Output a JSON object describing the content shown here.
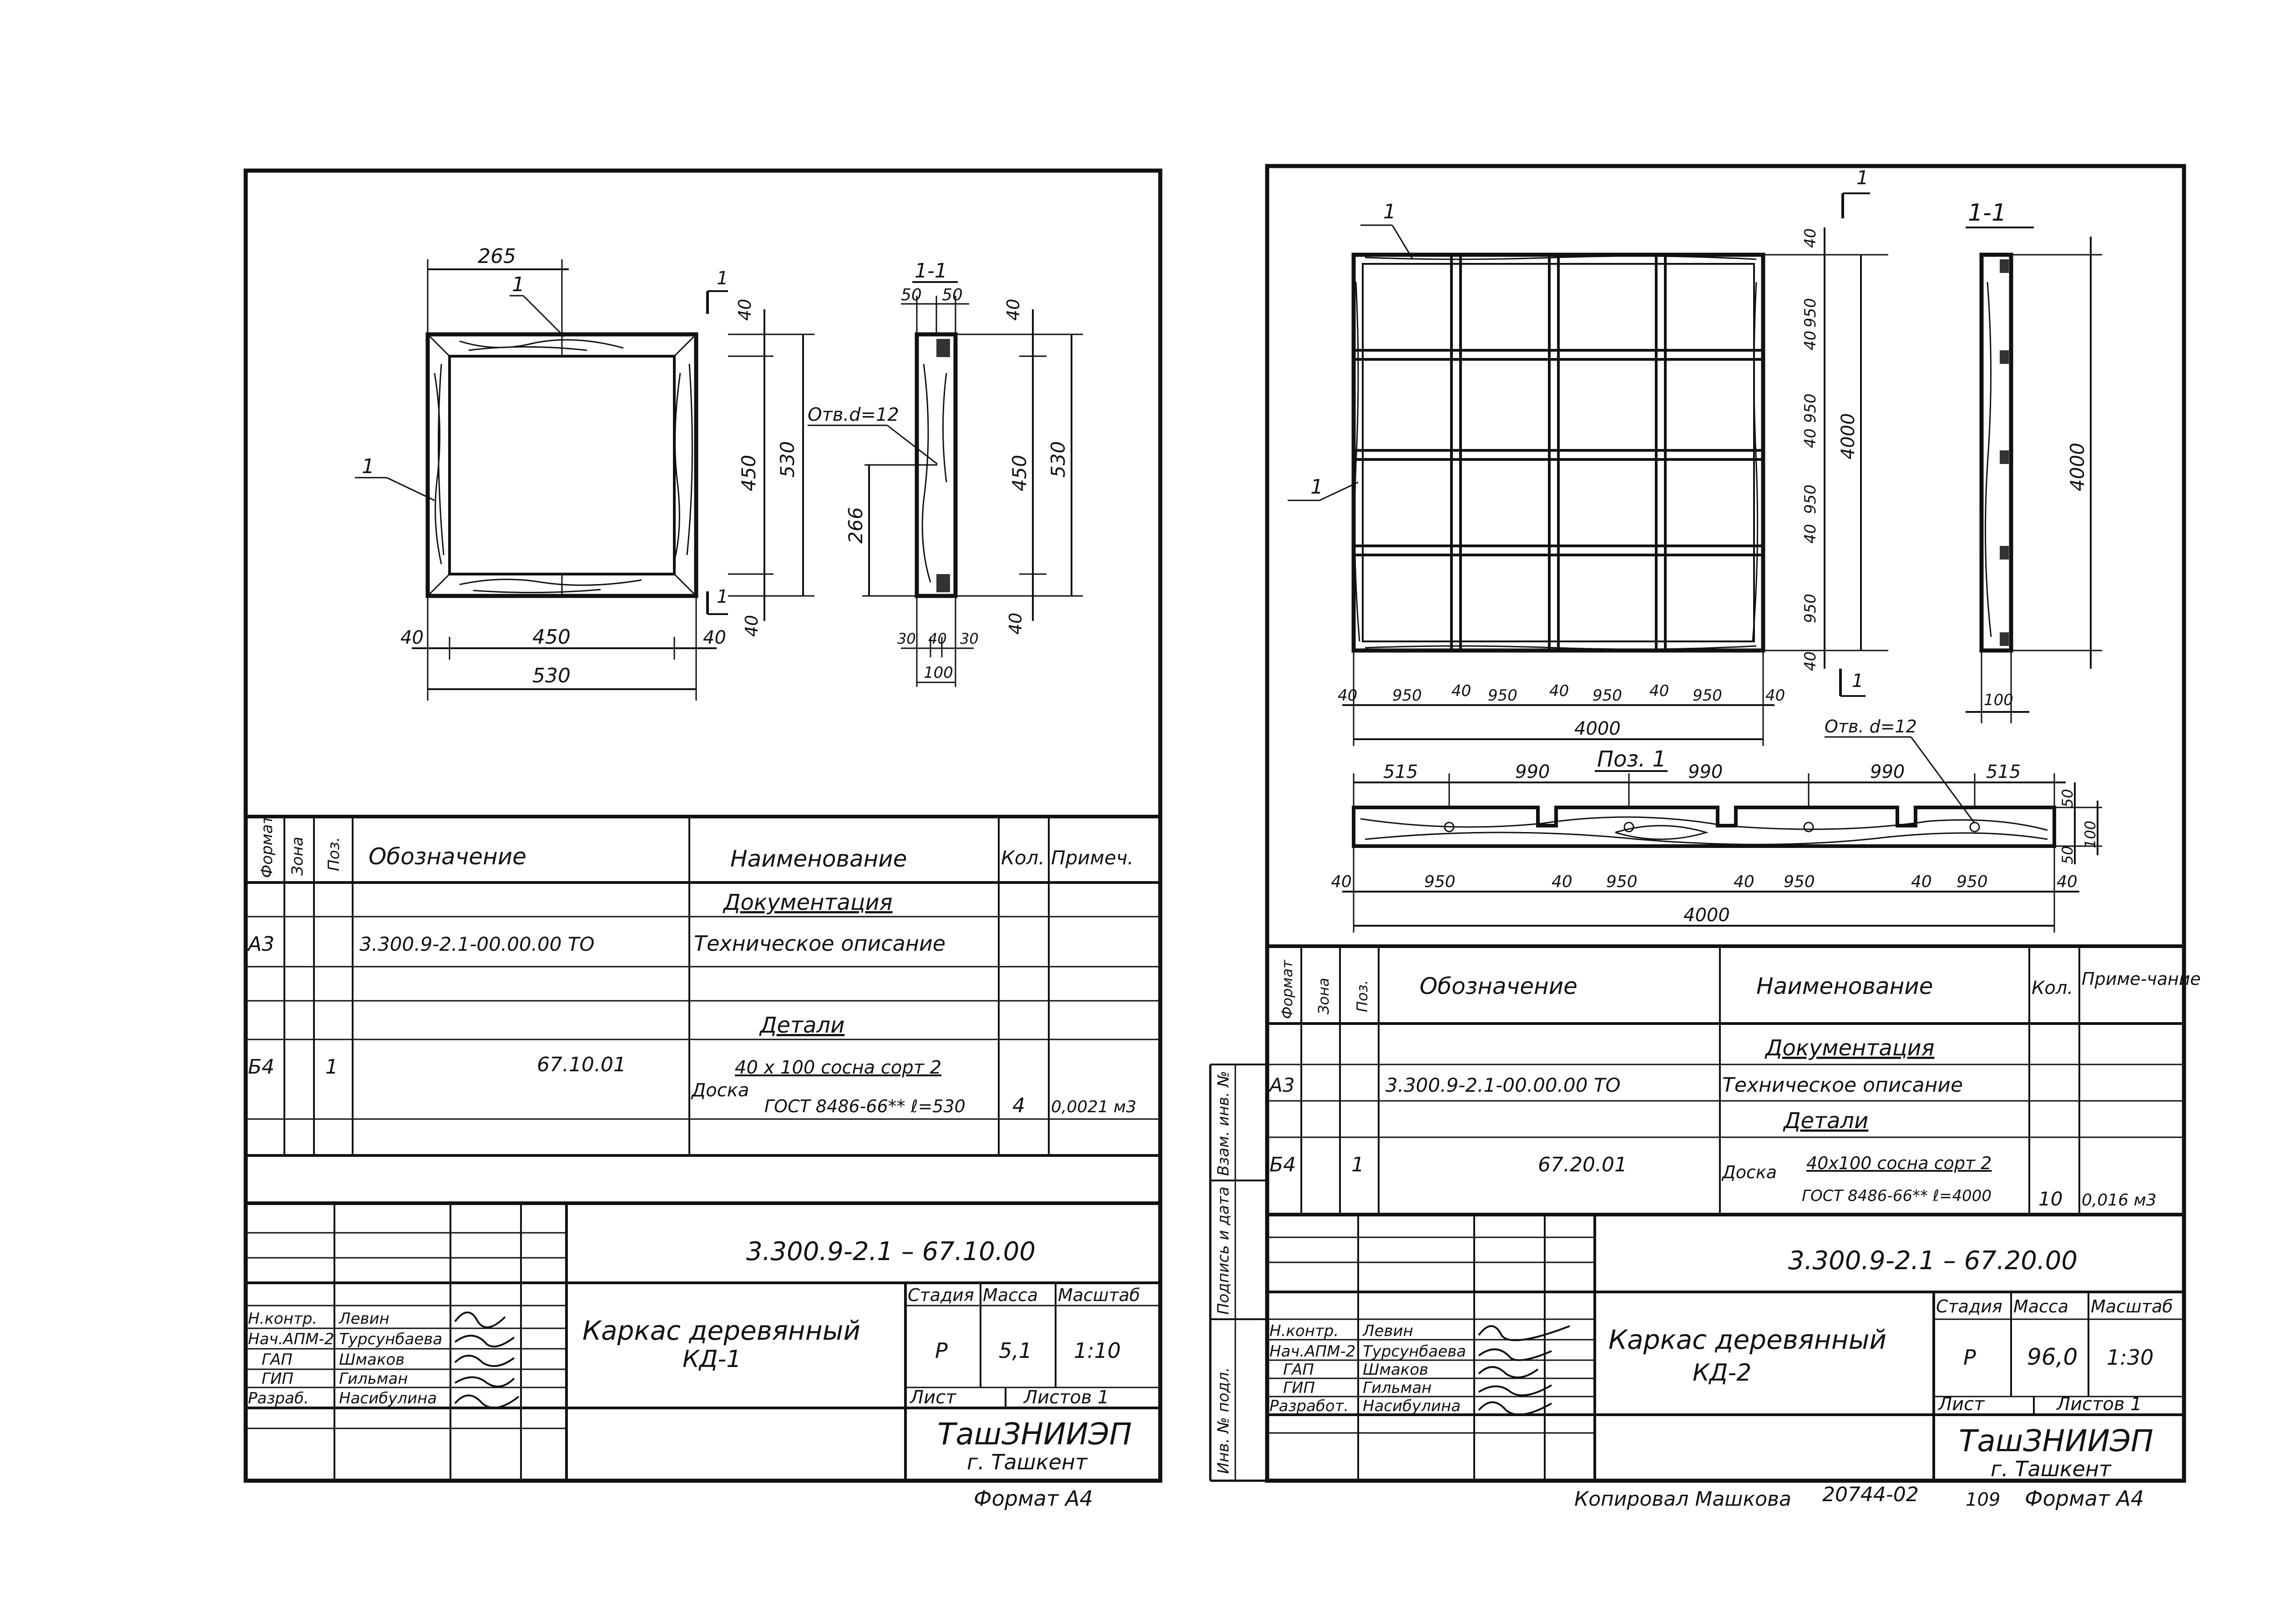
{
  "sheet1": {
    "dims": {
      "top": "265",
      "bottom_inner": "450",
      "bottom_total": "530",
      "left_edge": "40",
      "right_edge": "40",
      "right_inner": "450",
      "right_total": "530",
      "right_top": "40",
      "right_bottom": "40",
      "pos_left": "1",
      "pos_top": "1"
    },
    "section": {
      "title": "1-1",
      "top_left": "50",
      "top_right": "50",
      "hole": "Отв.d=12",
      "hole_height": "266",
      "right_inner": "450",
      "right_total": "530",
      "right_top": "40",
      "right_bottom": "40",
      "bot_a": "30",
      "bot_b": "40",
      "bot_c": "30",
      "bot_total": "100",
      "cut_top": "1",
      "cut_bottom": "1"
    },
    "spec": {
      "headers": {
        "format": "Формат",
        "zone": "Зона",
        "pos": "Поз.",
        "designation": "Обозначение",
        "name": "Наименование",
        "qty": "Кол.",
        "note": "Примеч."
      },
      "section_docs": "Документация",
      "row_doc": {
        "format": "А3",
        "designation": "3.300.9-2.1-00.00.00 ТО",
        "name": "Техническое описание"
      },
      "section_parts": "Детали",
      "row_part": {
        "format": "Б4",
        "pos": "1",
        "designation": "67.10.01",
        "name_prefix": "Доска",
        "name_line1": "40 x 100 сосна сорт 2",
        "name_line2": "ГОСТ 8486-66** ℓ=530",
        "qty": "4",
        "note": "0,0021 м3"
      }
    },
    "title_block": {
      "code": "3.300.9-2.1 – 67.10.00",
      "name_line1": "Каркас деревянный",
      "name_line2": "КД-1",
      "stage_label": "Стадия",
      "mass_label": "Масса",
      "scale_label": "Масштаб",
      "stage": "Р",
      "mass": "5,1",
      "scale": "1:10",
      "sheet_label": "Лист",
      "sheets_label": "Листов 1",
      "org": "ТашЗНИИЭП",
      "city": "г. Ташкент",
      "roles": [
        {
          "role": "Н.контр.",
          "name": "Левин"
        },
        {
          "role": "Нач.АПМ-2",
          "name": "Турсунбаева"
        },
        {
          "role": "ГАП",
          "name": "Шмаков"
        },
        {
          "role": "ГИП",
          "name": "Гильман"
        },
        {
          "role": "Разраб.",
          "name": "Насибулина"
        }
      ]
    },
    "format": "Формат А4"
  },
  "sheet2": {
    "plan": {
      "pos_top": "1",
      "pos_left": "1",
      "cut_top": "1",
      "cut_bottom": "1",
      "left_dims": [
        "40",
        "950",
        "40",
        "950",
        "40",
        "950",
        "40",
        "950",
        "40"
      ],
      "left_total": "4000",
      "bottom_dims": [
        "40",
        "950",
        "40",
        "950",
        "40",
        "950",
        "40",
        "950",
        "40"
      ],
      "bottom_total": "4000"
    },
    "section": {
      "title": "1-1",
      "height": "4000",
      "width": "100"
    },
    "part": {
      "title": "Поз. 1",
      "hole": "Отв. d=12",
      "top_dims": [
        "515",
        "990",
        "990",
        "990",
        "515"
      ],
      "right_top": "50",
      "right_bottom": "50",
      "right_total": "100",
      "bottom_dims": [
        "40",
        "950",
        "40",
        "950",
        "40",
        "950",
        "40",
        "950",
        "40"
      ],
      "bottom_total": "4000"
    },
    "spec": {
      "headers": {
        "format": "Формат",
        "zone": "Зона",
        "pos": "Поз.",
        "designation": "Обозначение",
        "name": "Наименование",
        "qty": "Кол.",
        "note": "Приме-чание"
      },
      "section_docs": "Документация",
      "row_doc": {
        "format": "А3",
        "designation": "3.300.9-2.1-00.00.00 ТО",
        "name": "Техническое описание"
      },
      "section_parts": "Детали",
      "row_part": {
        "format": "Б4",
        "pos": "1",
        "designation": "67.20.01",
        "name_prefix": "Доска",
        "name_line1": "40x100 сосна сорт 2",
        "name_line2": "ГОСТ 8486-66** ℓ=4000",
        "qty": "10",
        "note": "0,016 м3"
      }
    },
    "side_labels": [
      "Инв. № подл.",
      "Подпись и дата",
      "Взам. инв. №"
    ],
    "title_block": {
      "code": "3.300.9-2.1 – 67.20.00",
      "name_line1": "Каркас деревянный",
      "name_line2": "КД-2",
      "stage_label": "Стадия",
      "mass_label": "Масса",
      "scale_label": "Масштаб",
      "stage": "Р",
      "mass": "96,0",
      "scale": "1:30",
      "sheet_label": "Лист",
      "sheets_label": "Листов 1",
      "org": "ТашЗНИИЭП",
      "city": "г. Ташкент",
      "roles": [
        {
          "role": "Н.контр.",
          "name": "Левин"
        },
        {
          "role": "Нач.АПМ-2",
          "name": "Турсунбаева"
        },
        {
          "role": "ГАП",
          "name": "Шмаков"
        },
        {
          "role": "ГИП",
          "name": "Гильман"
        },
        {
          "role": "Разработ.",
          "name": "Насибулина"
        }
      ]
    },
    "footer": {
      "copied": "Копировал Машкова",
      "order": "20744-02",
      "page": "109",
      "format": "Формат А4"
    }
  }
}
